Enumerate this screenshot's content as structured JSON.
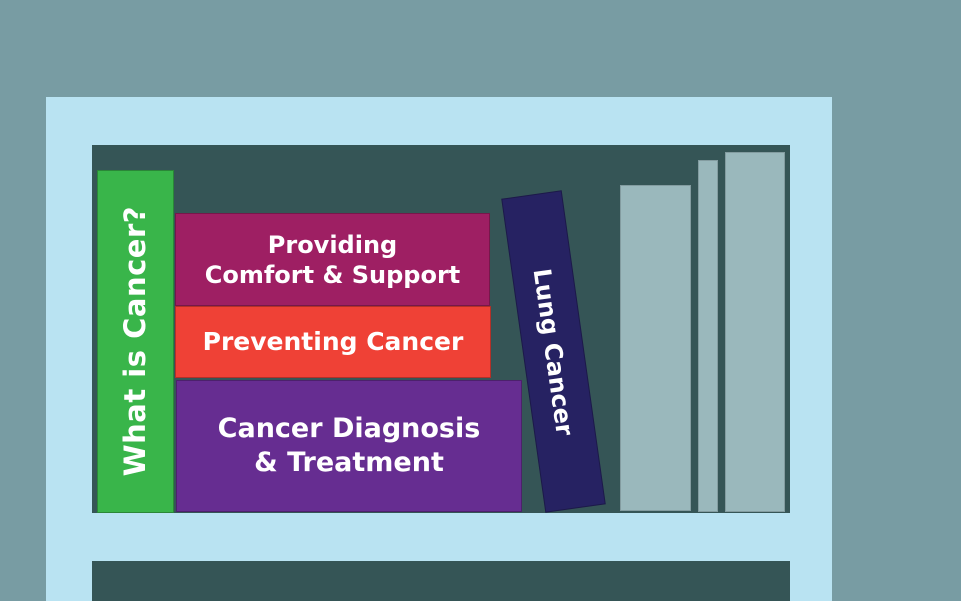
{
  "books": {
    "what_is_cancer": "What is Cancer?",
    "comfort_line1": "Providing",
    "comfort_line2": "Comfort & Support",
    "preventing": "Preventing Cancer",
    "diagnosis_line1": "Cancer Diagnosis",
    "diagnosis_line2": "& Treatment",
    "lung": "Lung Cancer"
  },
  "colors": {
    "background": "#789ca3",
    "frame": "#b9e3f2",
    "shelf": "#355556",
    "what_is_cancer": "#39b54a",
    "comfort": "#9e1f63",
    "preventing": "#ef4136",
    "diagnosis": "#662d91",
    "lung": "#262262",
    "plain_books": "#9ab8bc"
  }
}
